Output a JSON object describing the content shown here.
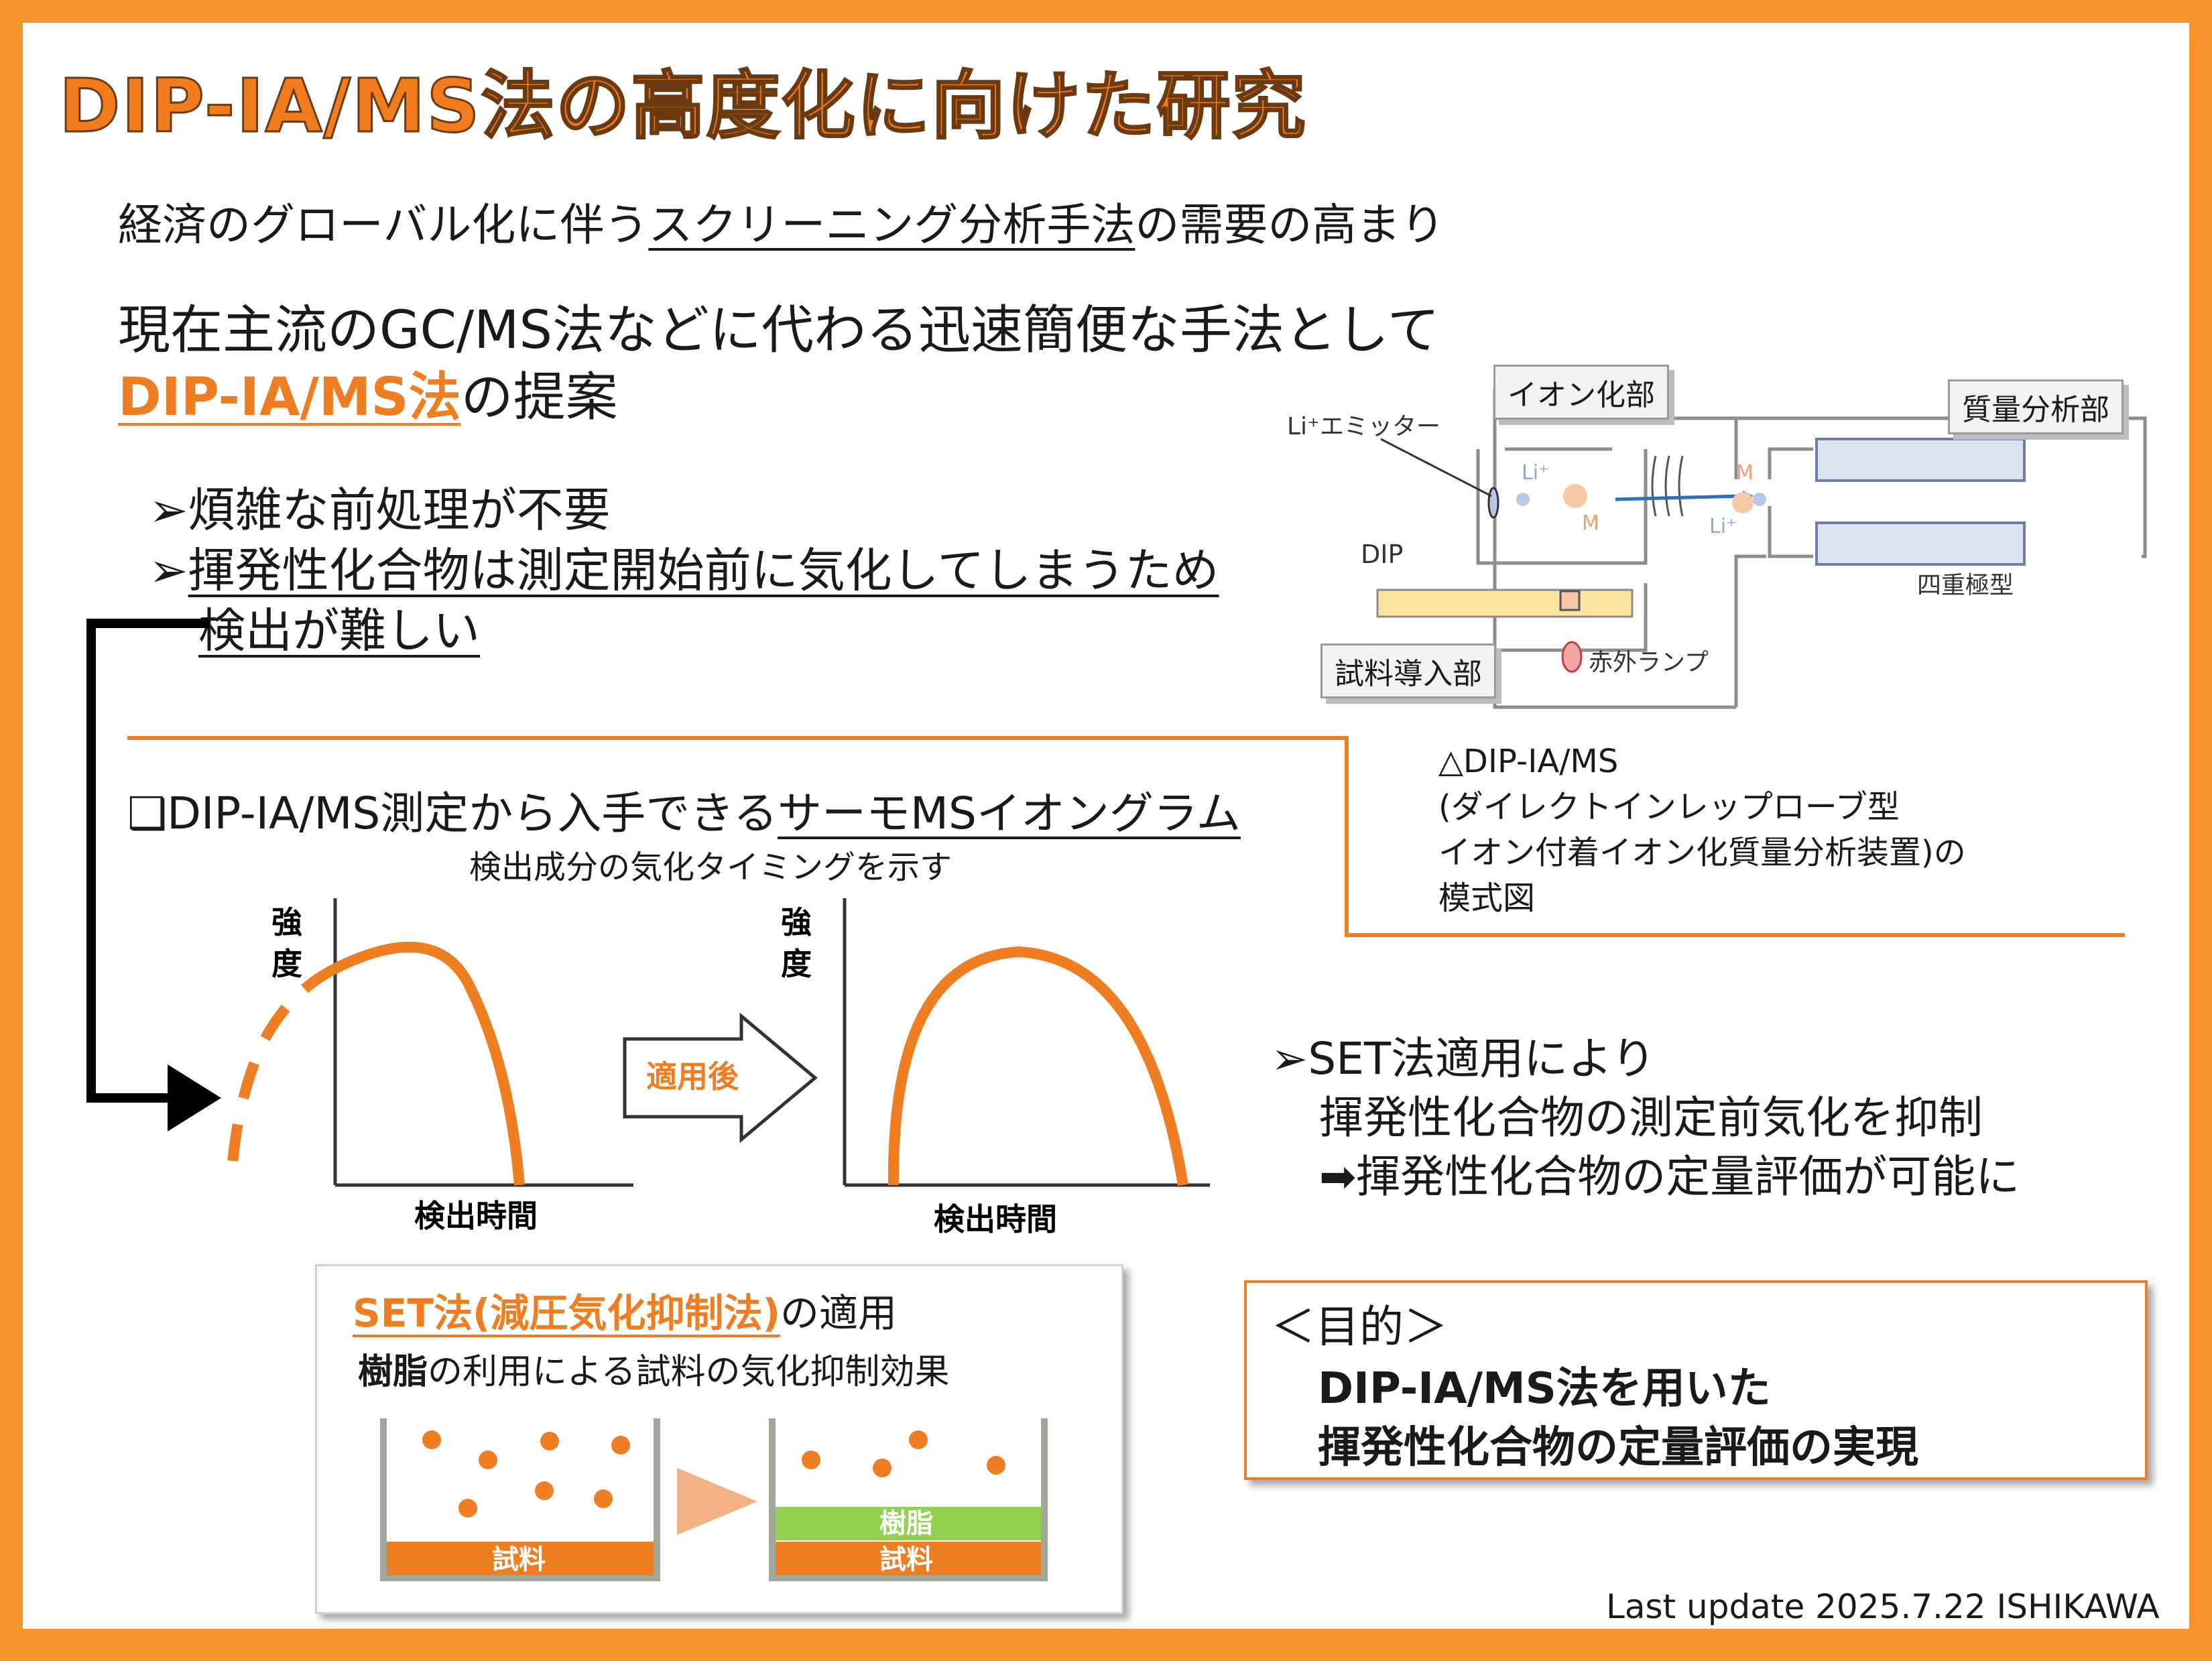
{
  "title": "DIP-IA/MS法の高度化に向けた研究",
  "lead": {
    "line1_pre": "経済のグローバル化に伴う",
    "line1_u": "スクリーニング分析手法",
    "line1_post": "の需要の高まり",
    "line2": "現在主流のGC/MS法などに代わる迅速簡便な手法として",
    "line3_orange": "DIP-IA/MS法",
    "line3_post": "の提案"
  },
  "issues": {
    "bullet": "➢",
    "item1": "煩雑な前処理が不要",
    "item2": "揮発性化合物は測定開始前に気化してしまうため",
    "item2b": "検出が難しい"
  },
  "apparatus": {
    "ion_section": "イオン化部",
    "mass_section": "質量分析部",
    "emitter": "Li⁺エミッター",
    "dip": "DIP",
    "sample_inlet": "試料導入部",
    "ir_lamp": "赤外ランプ",
    "quadrupole": "四重極型",
    "li_ion": "Li⁺",
    "m_label": "M",
    "caption": [
      "△DIP-IA/MS",
      "(ダイレクトインレップローブ型",
      "イオン付着イオン化質量分析装置)の",
      "模式図"
    ]
  },
  "thermogram": {
    "heading_pre": "❑DIP-IA/MS測定から入手できる",
    "heading_u": "サーモMSイオングラム",
    "subtitle": "検出成分の気化タイミングを示す",
    "ylabel_1": "強",
    "ylabel_2": "度",
    "xlabel": "検出時間",
    "arrow_label": "適用後"
  },
  "set_result": {
    "bullet": "➢",
    "line1": "SET法適用により",
    "line2": "揮発性化合物の測定前気化を抑制",
    "line3": "➡揮発性化合物の定量評価が可能に"
  },
  "set_box": {
    "title_orange": "SET法(減圧気化抑制法)",
    "title_post": "の適用",
    "desc_bold": "樹脂",
    "desc_rest": "の利用による試料の気化抑制効果",
    "sample_label": "試料",
    "resin_label": "樹脂"
  },
  "purpose": {
    "heading": "＜目的＞",
    "line1": "DIP-IA/MS法を用いた",
    "line2": "揮発性化合物の定量評価の実現"
  },
  "footer": "Last update 2025.7.22 ISHIKAWA",
  "colors": {
    "frame": "#f7922d",
    "accent": "#ef7d22",
    "curve": "#ef7d22",
    "resin": "#92d050",
    "quadrupole": "#dbe3f3",
    "dip_bar": "#fbe3a0"
  }
}
